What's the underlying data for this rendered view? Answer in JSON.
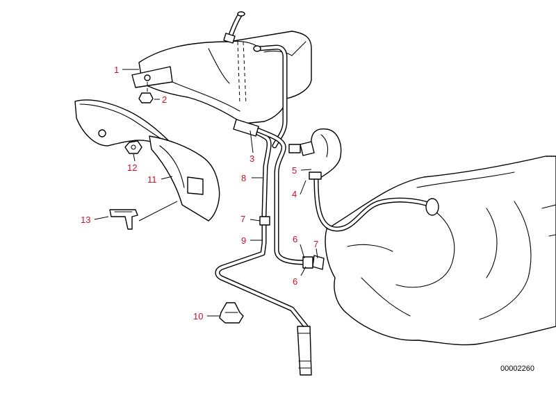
{
  "callouts": {
    "c1": "1",
    "c2": "2",
    "c3": "3",
    "c4": "4",
    "c5": "5",
    "c6a": "6",
    "c6b": "6",
    "c7a": "7",
    "c7b": "7",
    "c8": "8",
    "c9": "9",
    "c10": "10",
    "c11": "11",
    "c12": "12",
    "c13": "13"
  },
  "document_number": "00002260",
  "colors": {
    "callout": "#c8102e",
    "line": "#000000",
    "background": "#ffffff"
  }
}
